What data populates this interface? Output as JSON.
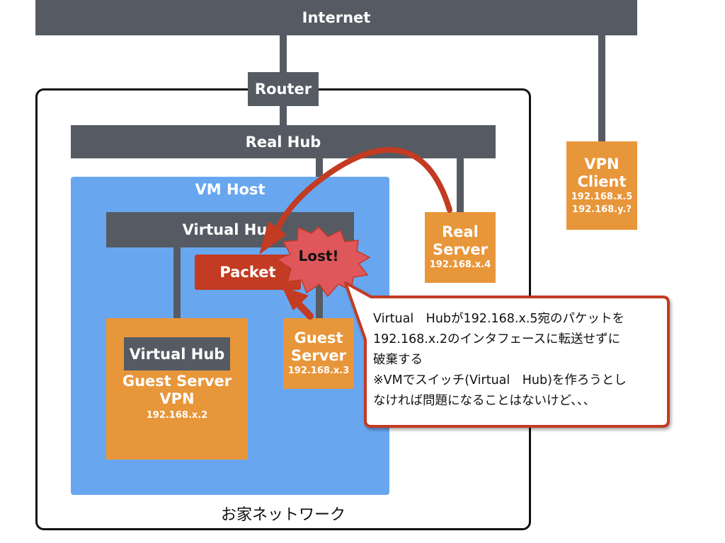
{
  "internet": {
    "label": "Internet"
  },
  "router": {
    "label": "Router"
  },
  "real_hub": {
    "label": "Real Hub"
  },
  "vm_host": {
    "label": "VM Host"
  },
  "virtual_hub": {
    "label": "Virtual Hub"
  },
  "packet": {
    "label": "Packet"
  },
  "lost": {
    "label": "Lost!"
  },
  "guest_server_vpn": {
    "inner_hub_label": "Virtual Hub",
    "title_line1": "Guest Server",
    "title_line2": "VPN",
    "ip": "192.168.x.2"
  },
  "guest_server": {
    "title_line1": "Guest",
    "title_line2": "Server",
    "ip": "192.168.x.3"
  },
  "real_server": {
    "title_line1": "Real",
    "title_line2": "Server",
    "ip": "192.168.x.4"
  },
  "vpn_client": {
    "title_line1": "VPN",
    "title_line2": "Client",
    "ip1": "192.168.x.5",
    "ip2": "192.168.y.?"
  },
  "home_network": {
    "label": "お家ネットワーク"
  },
  "callout": {
    "lines": [
      "Virtual　Hubが192.168.x.5宛のパケットを",
      "192.168.x.2のインタフェースに転送せずに",
      "破棄する",
      "※VMでスイッチ(Virtual　Hub)を作ろうとし",
      "なければ問題になることはないけど、、、"
    ]
  },
  "colors": {
    "dark": "#565b63",
    "orange": "#e8963a",
    "vm_blue": "#68a7f0",
    "red": "#c23b22",
    "burst": "#e0575b"
  }
}
